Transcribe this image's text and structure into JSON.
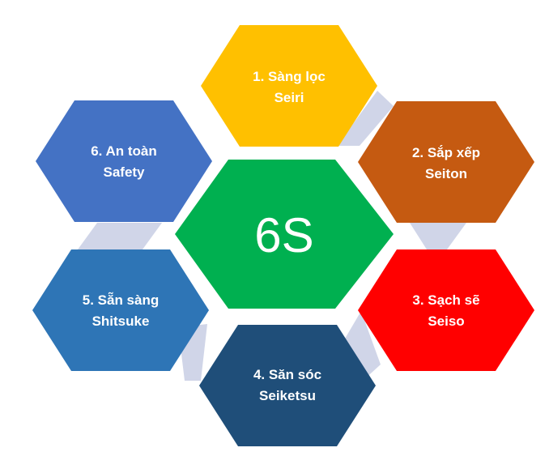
{
  "center": {
    "label": "6S",
    "color": "#00b050"
  },
  "connector_color": "#d0d5e8",
  "items": [
    {
      "line1": "1. Sàng lọc",
      "line2": "Seiri",
      "color": "#ffc000"
    },
    {
      "line1": "2. Sắp xếp",
      "line2": "Seiton",
      "color": "#c55a11"
    },
    {
      "line1": "3. Sạch sẽ",
      "line2": "Seiso",
      "color": "#ff0000"
    },
    {
      "line1": "4. Săn sóc",
      "line2": "Seiketsu",
      "color": "#1f4e79"
    },
    {
      "line1": "5. Sẵn sàng",
      "line2": "Shitsuke",
      "color": "#2e75b6"
    },
    {
      "line1": "6. An toàn",
      "line2": "Safety",
      "color": "#4472c4"
    }
  ]
}
